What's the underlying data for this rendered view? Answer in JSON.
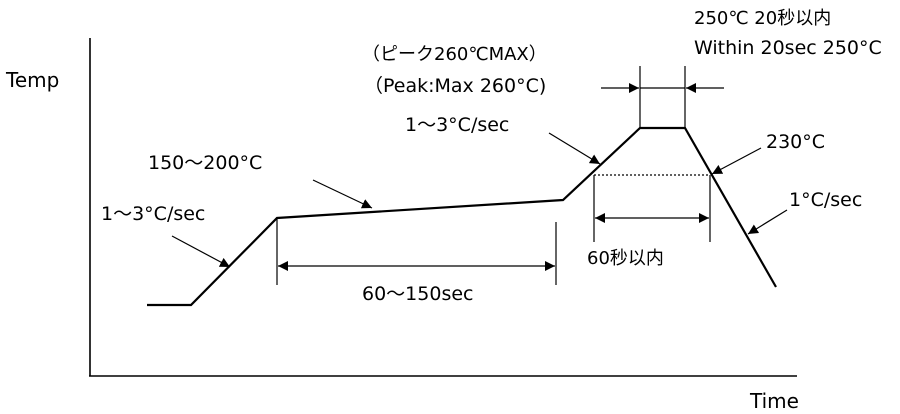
{
  "axes": {
    "y_label": "Temp",
    "x_label": "Time"
  },
  "labels": {
    "peak_jp": "（ピーク260℃MAX）",
    "peak_en": "（Peak:Max 260°C)",
    "top_jp": "250℃  20秒以内",
    "top_en": "Within 20sec 250°C",
    "ramp1": "1～3°C/sec",
    "soak_temp": "150～200°C",
    "ramp2": "1～3°C/sec",
    "reflow_temp": "230°C",
    "cool_rate": "1°C/sec",
    "soak_time": "60～150sec",
    "reflow_time": "60秒以内"
  }
}
